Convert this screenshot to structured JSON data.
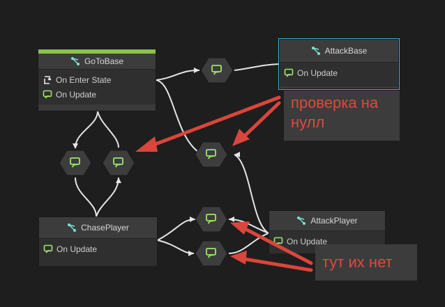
{
  "nodes": {
    "goto_base": {
      "title": "GoToBase",
      "rows": [
        "On Enter State",
        "On Update"
      ],
      "accent": "#8bc34a"
    },
    "attack_base": {
      "title": "AttackBase",
      "rows": [
        "On Update"
      ]
    },
    "chase_player": {
      "title": "ChasePlayer",
      "rows": [
        "On Update"
      ]
    },
    "attack_player": {
      "title": "AttackPlayer",
      "rows": [
        "On Update"
      ]
    }
  },
  "annotations": {
    "null_check": "проверка на нулл",
    "missing": "тут их нет"
  },
  "colors": {
    "accent_green": "#8bc34a",
    "arrow_red": "#d9463b",
    "icon_green": "#9be86a",
    "edge": "#e6e6e6"
  }
}
